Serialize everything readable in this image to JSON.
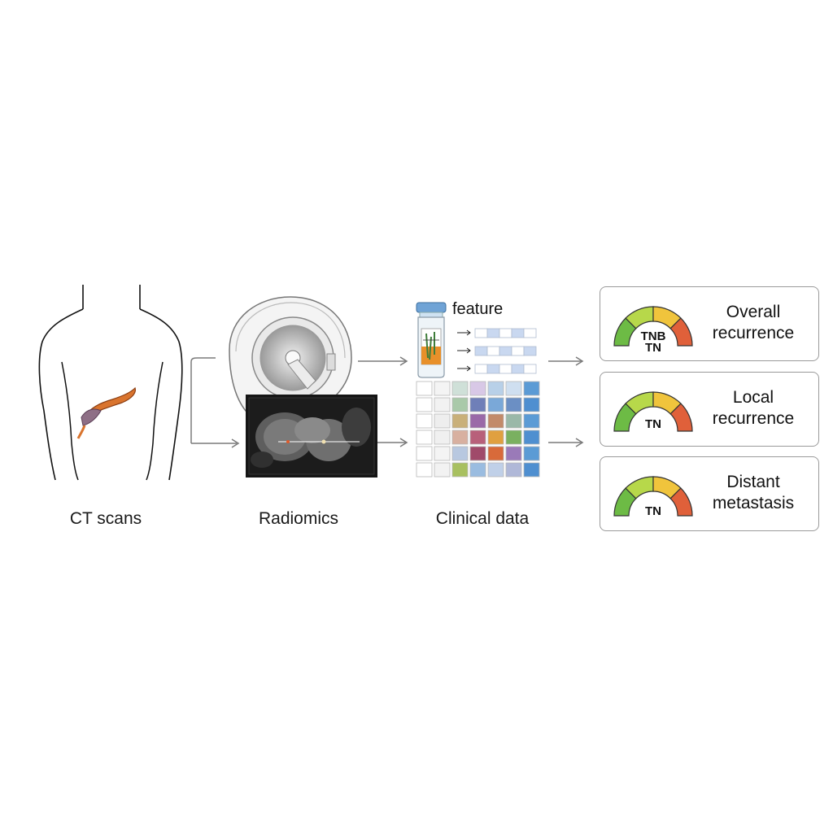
{
  "stages": [
    {
      "id": "ct",
      "label": "CT scans"
    },
    {
      "id": "radiomics",
      "label": "Radiomics"
    },
    {
      "id": "clinical",
      "label": "Clinical data"
    }
  ],
  "feature_label": "feature",
  "outcomes": [
    {
      "label_line1": "Overall",
      "label_line2": "recurrence",
      "gauge_line1": "TNB",
      "gauge_line2": "TN"
    },
    {
      "label_line1": "Local",
      "label_line2": "recurrence",
      "gauge_line1": "TN",
      "gauge_line2": ""
    },
    {
      "label_line1": "Distant",
      "label_line2": "metastasis",
      "gauge_line1": "TN",
      "gauge_line2": ""
    }
  ],
  "colors": {
    "gauge_green": "#6dbb45",
    "gauge_lightgreen": "#b7d84a",
    "gauge_yellow": "#f0c43c",
    "gauge_red": "#e0603a",
    "organ": "#d9742e",
    "arrow": "#7a7a7a"
  },
  "icons": {
    "body": "human-torso-icon",
    "scanner": "ct-scanner-icon",
    "scan_image": "ct-slice-image",
    "vial": "sample-vial-icon",
    "feature_grid": "feature-matrix",
    "gauge": "risk-gauge-icon"
  }
}
